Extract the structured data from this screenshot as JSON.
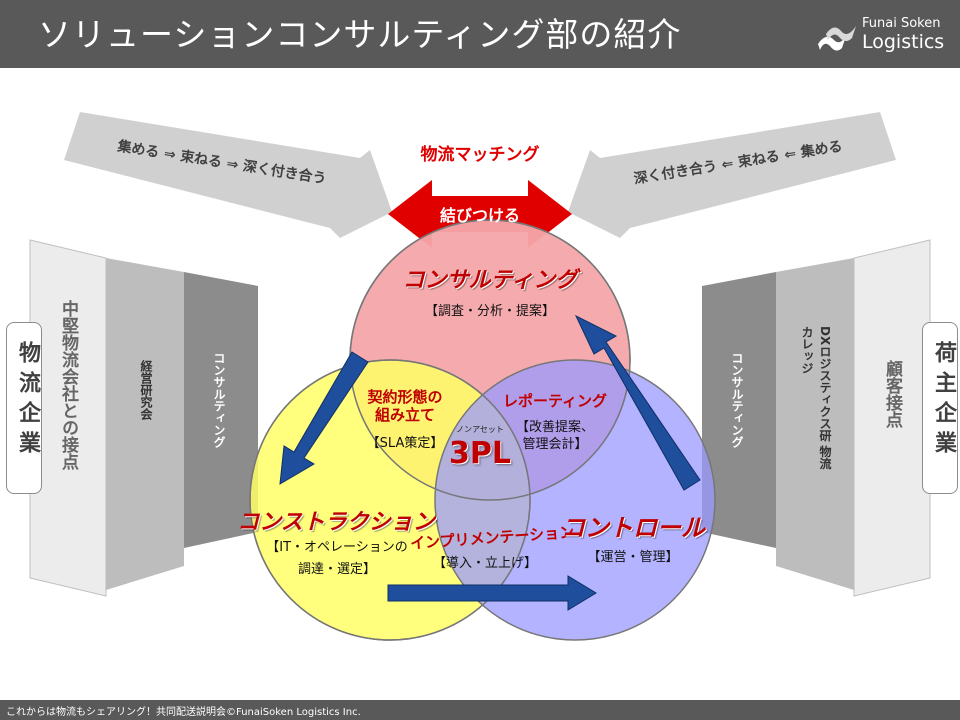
{
  "header": {
    "title": "ソリューションコンサルティング部の紹介",
    "logo_top": "Funai Soken",
    "logo_bottom": "Logistics"
  },
  "footer": {
    "text": "これからは物流もシェアリング！共同配送説明会©FunaiSoken Logistics Inc."
  },
  "top": {
    "left_arrow": "集める ⇒ 束ねる ⇒ 深く付き合う",
    "right_arrow": "深く付き合う ⇐ 束ねる ⇐ 集める",
    "matching_label": "物流マッチング",
    "connect_label": "結びつける"
  },
  "left_side": {
    "outer_label": "物流企業",
    "panels": [
      "中堅物流会社との接点",
      "経営研究会",
      "コンサルティング"
    ]
  },
  "right_side": {
    "outer_label": "荷主企業",
    "panels": [
      "コンサルティング",
      "DXロジスティクス研 物流カレッジ",
      "顧客接点"
    ]
  },
  "venn": {
    "consulting": {
      "title": "コンサルティング",
      "sub": "【調査・分析・提案】",
      "color": "#f4a6aa"
    },
    "construction": {
      "title": "コンストラクション",
      "sub1": "【IT・オペレーションの",
      "sub2": "調達・選定】",
      "color": "#ffff66"
    },
    "control": {
      "title": "コントロール",
      "sub": "【運営・管理】",
      "color": "#9999ff"
    },
    "contract": {
      "line1": "契約形態の",
      "line2": "組み立て",
      "sub": "【SLA策定】"
    },
    "reporting": {
      "title": "レポーティング",
      "sub1": "【改善提案、",
      "sub2": "管理会計】"
    },
    "implementation": {
      "title": "インプリメンテーション",
      "sub": "【導入・立上げ】"
    },
    "center": {
      "ruby": "ノンアセット",
      "label": "3PL"
    }
  },
  "colors": {
    "header_bg": "#595959",
    "accent_red": "#c00000",
    "flow_arrow": "#1f4e9c"
  }
}
